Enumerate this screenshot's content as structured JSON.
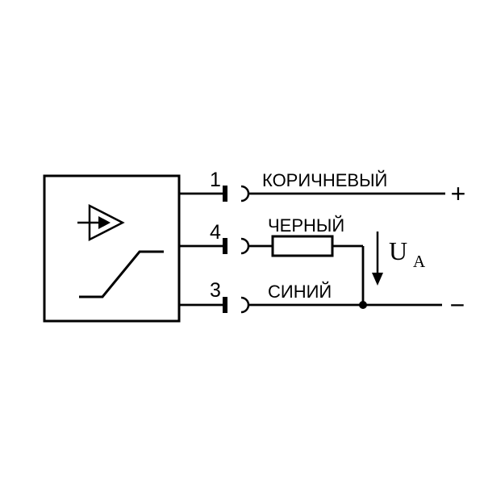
{
  "diagram": {
    "background_color": "#ffffff",
    "line_color": "#000000",
    "pins": [
      {
        "number": "1",
        "wire_label": "КОРИЧНЕВЫЙ",
        "terminal": "+"
      },
      {
        "number": "4",
        "wire_label": "ЧЕРНЫЙ",
        "terminal": ""
      },
      {
        "number": "3",
        "wire_label": "СИНИЙ",
        "terminal": "−"
      }
    ],
    "voltage": {
      "symbol": "U",
      "subscript": "A"
    }
  }
}
